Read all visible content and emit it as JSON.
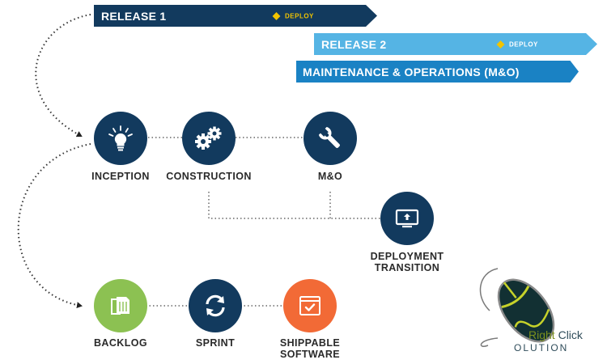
{
  "banners": {
    "release1": {
      "label": "RELEASE 1",
      "deploy": "DEPLOY"
    },
    "release2": {
      "label": "RELEASE 2",
      "deploy": "DEPLOY"
    },
    "mo": {
      "label": "MAINTENANCE & OPERATIONS (M&O)"
    }
  },
  "nodes": {
    "inception": "INCEPTION",
    "construction": "CONSTRUCTION",
    "mo": "M&O",
    "deployment_line1": "DEPLOYMENT",
    "deployment_line2": "TRANSITION",
    "backlog": "BACKLOG",
    "sprint": "SPRINT",
    "shippable_line1": "SHIPPABLE",
    "shippable_line2": "SOFTWARE"
  },
  "logo": {
    "word1": "Right",
    "word2": "Click",
    "word3": "OLUTION"
  },
  "colors": {
    "navy": "#123a5e",
    "light_blue": "#55b4e4",
    "mid_blue": "#1a82c4",
    "green": "#8cc152",
    "orange": "#f26a36",
    "deploy_yellow": "#f2c400"
  }
}
